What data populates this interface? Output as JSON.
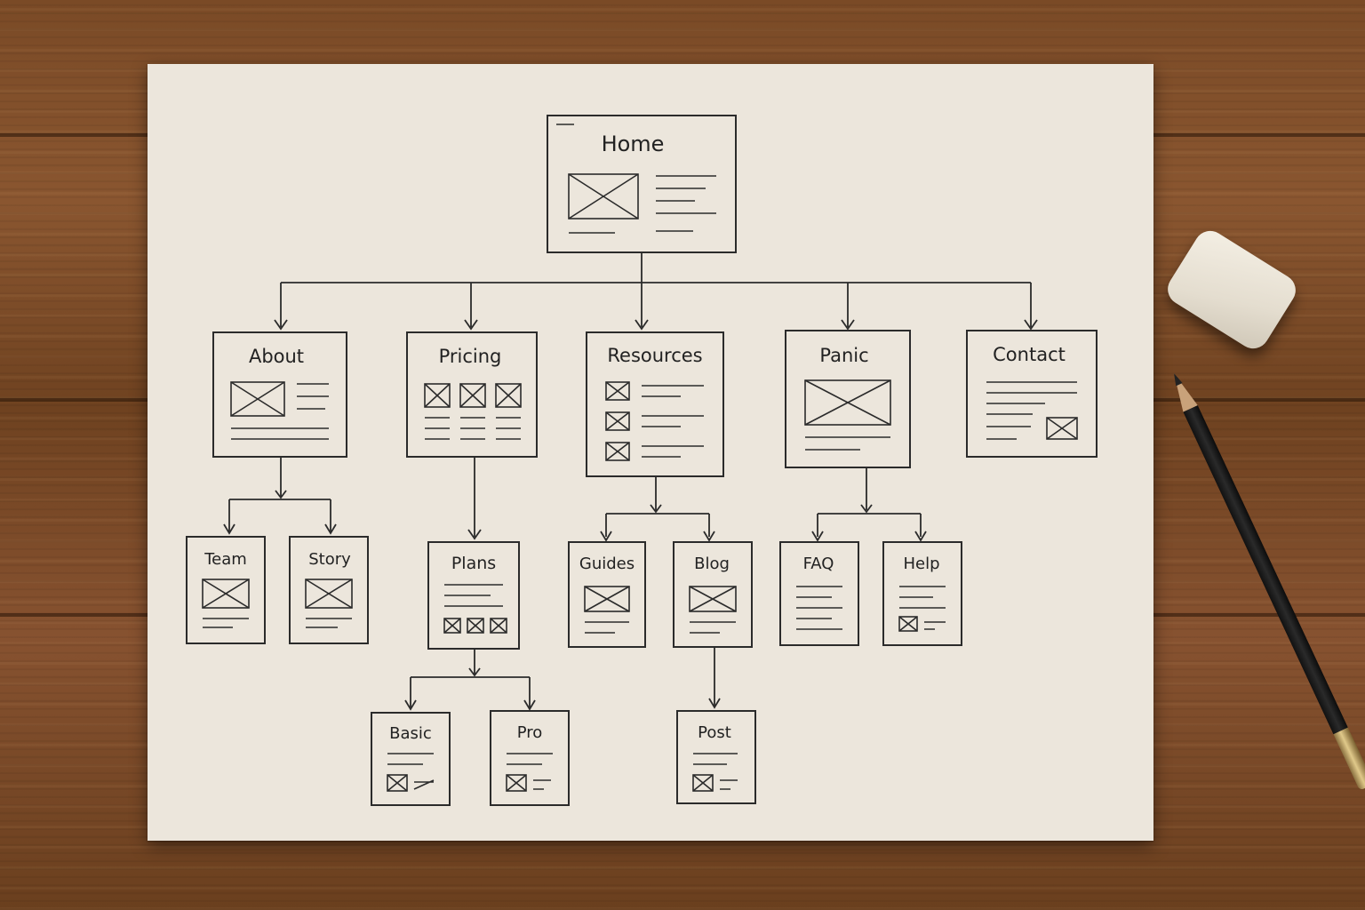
{
  "colors": {
    "ink": "#2b2b2b",
    "paper": "#ece6dc",
    "wood": "#7a4a26"
  },
  "nodes": {
    "home": "Home",
    "about": "About",
    "pricing": "Pricing",
    "resources": "Resources",
    "panic": "Panic",
    "contact": "Contact",
    "team": "Team",
    "story": "Story",
    "plans": "Plans",
    "guides": "Guides",
    "blog": "Blog",
    "faq": "FAQ",
    "help": "Help",
    "basic": "Basic",
    "pro": "Pro",
    "post": "Post"
  },
  "edges": [
    [
      "home",
      "about"
    ],
    [
      "home",
      "pricing"
    ],
    [
      "home",
      "resources"
    ],
    [
      "home",
      "panic"
    ],
    [
      "home",
      "contact"
    ],
    [
      "about",
      "team"
    ],
    [
      "about",
      "story"
    ],
    [
      "pricing",
      "plans"
    ],
    [
      "plans",
      "basic"
    ],
    [
      "plans",
      "pro"
    ],
    [
      "resources",
      "guides"
    ],
    [
      "resources",
      "blog"
    ],
    [
      "blog",
      "post"
    ],
    [
      "panic",
      "faq"
    ],
    [
      "panic",
      "help"
    ]
  ],
  "props": {
    "eraser": "eraser",
    "pencil": "pencil"
  }
}
